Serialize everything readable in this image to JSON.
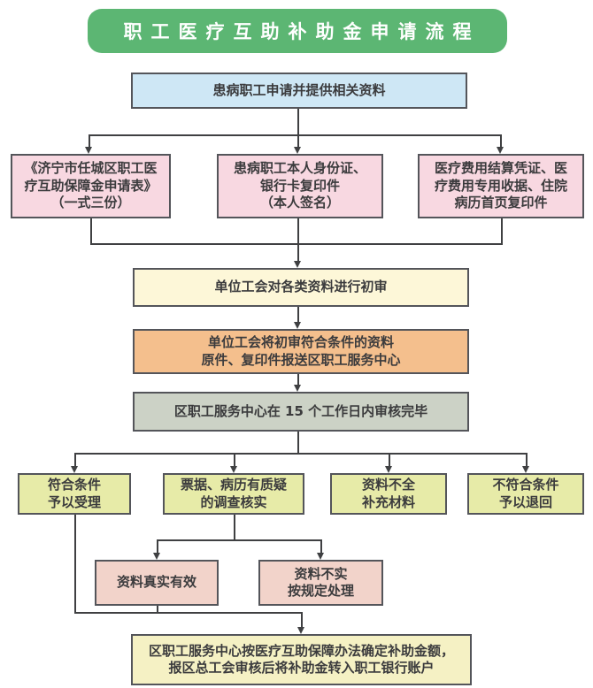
{
  "header": {
    "title": "职工医疗互助补助金申请流程"
  },
  "nodes": {
    "apply": "患病职工申请并提供相关资料",
    "doc_form": "《济宁市任城区职工医\n疗互助保障金申请表》\n（一式三份）",
    "doc_id": "患病职工本人身份证、\n银行卡复印件\n（本人签名）",
    "doc_medical": "医疗费用结算凭证、医\n疗费用专用收据、住院\n病历首页复印件",
    "union_review": "单位工会对各类资料进行初审",
    "union_submit": "单位工会将初审符合条件的资料\n原件、复印件报送区职工服务中心",
    "center_review": "区职工服务中心在 15 个工作日内审核完毕",
    "accept": "符合条件\n予以受理",
    "doubt": "票据、病历有质疑\n的调查核实",
    "incomplete": "资料不全\n补充材料",
    "reject": "不符合条件\n予以退回",
    "valid": "资料真实有效",
    "invalid": "资料不实\n按规定处理",
    "final": "区职工服务中心按医疗互助保障办法确定补助金额，\n报区总工会审核后将补助金转入职工银行账户"
  },
  "colors": {
    "header_bg": "#5cb673",
    "blue": "#cee7f5",
    "pink": "#f8d8e1",
    "cream": "#fdf7d8",
    "orange": "#f4bf8d",
    "sage": "#ccd2c6",
    "olive": "#e7eba8",
    "salmon": "#f2d3ca",
    "yellow": "#f5f1c4",
    "border": "#54555a",
    "line": "#3f4042"
  }
}
